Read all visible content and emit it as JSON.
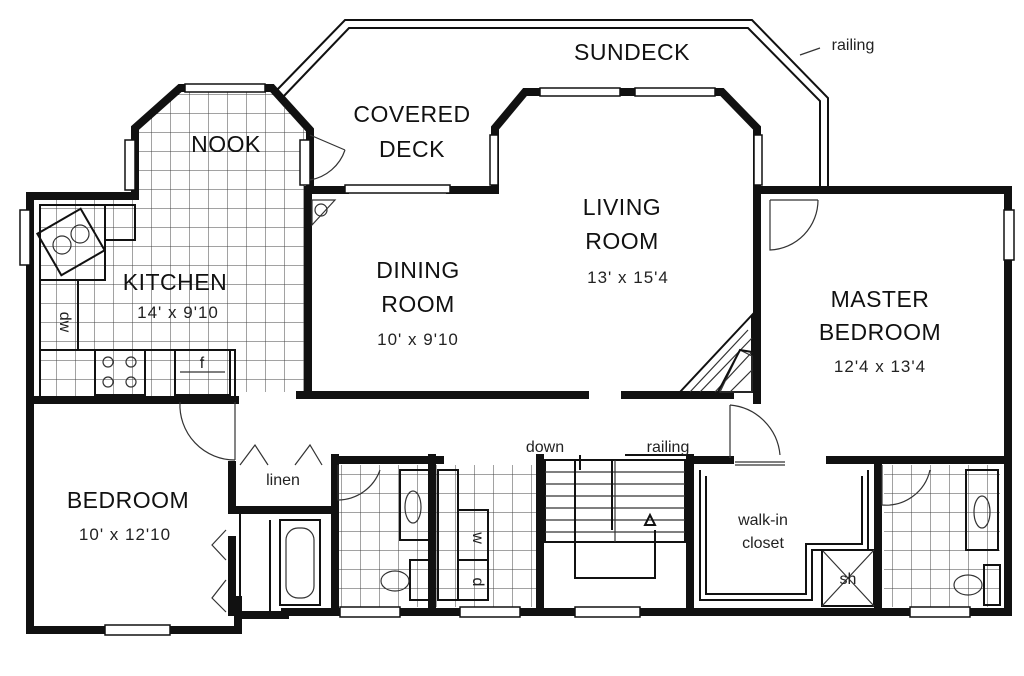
{
  "rooms": {
    "sundeck": "SUNDECK",
    "railing_top": "railing",
    "nook": "NOOK",
    "covered_deck_1": "COVERED",
    "covered_deck_2": "DECK",
    "kitchen": "KITCHEN",
    "kitchen_dim": "14' x 9'10",
    "dining_1": "DINING",
    "dining_2": "ROOM",
    "dining_dim": "10' x 9'10",
    "living_1": "LIVING",
    "living_2": "ROOM",
    "living_dim": "13' x 15'4",
    "master_1": "MASTER",
    "master_2": "BEDROOM",
    "master_dim": "12'4 x 13'4",
    "bedroom": "BEDROOM",
    "bedroom_dim": "10' x 12'10",
    "linen": "linen",
    "down": "down",
    "railing_stair": "railing",
    "walkin_1": "walk-in",
    "walkin_2": "closet",
    "dw": "dw",
    "fridge": "f",
    "washer": "w",
    "dryer": "d",
    "shower": "sh"
  },
  "colors": {
    "ink": "#111111",
    "paper": "#ffffff"
  }
}
